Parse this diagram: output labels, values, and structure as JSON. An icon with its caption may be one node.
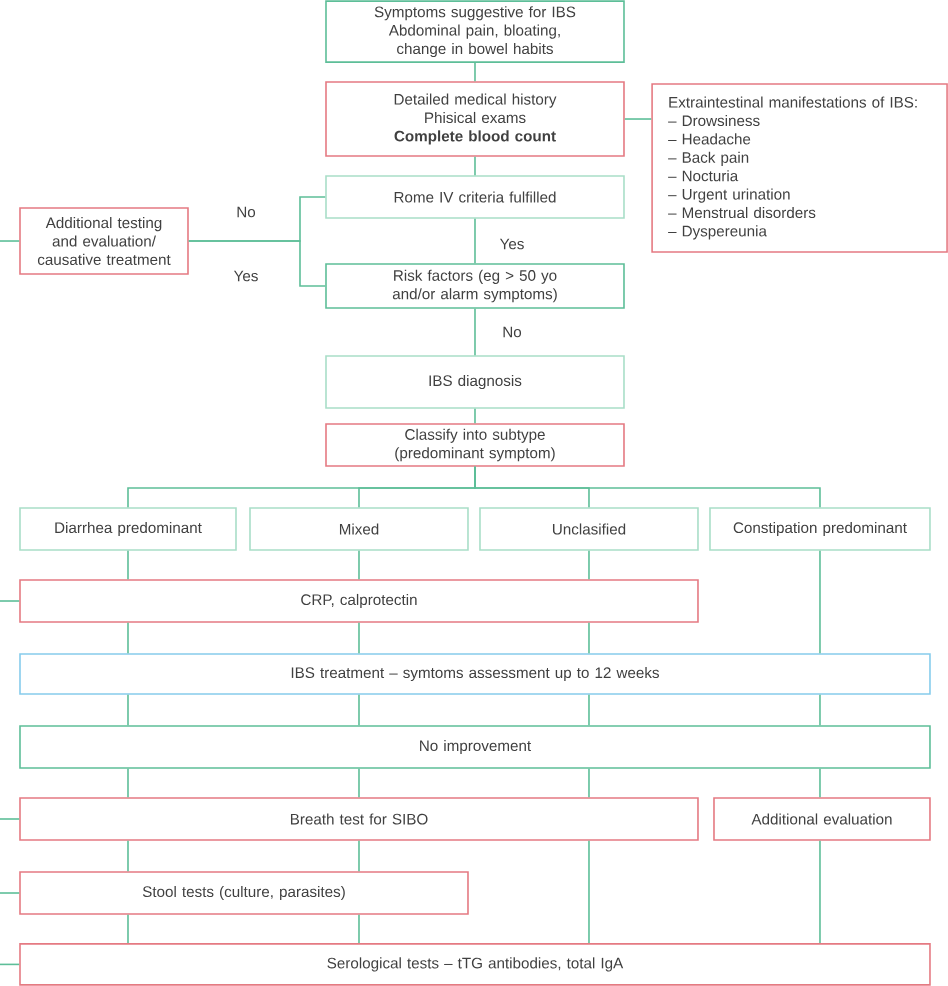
{
  "diagram": {
    "nodes": [
      {
        "text": [
          "Symptoms suggestive for IBS",
          "Abdominal pain, bloating, change in bowel habits"
        ]
      },
      {
        "text": [
          "Detailed medical history",
          "Phisical exams",
          "Complete blood count"
        ]
      },
      {
        "text": [
          "Extraintestinal manifestations of IBS:",
          "– Drowsiness",
          "– Headache",
          "– Back pain",
          "– Nocturia",
          "– Urgent urination",
          "– Menstrual disorders",
          "– Dyspereunia"
        ]
      },
      {
        "text": [
          "Rome IV criteria fulfilled"
        ]
      },
      {
        "text": [
          "Risk factors (eg > 50 yo and/or alarm symptoms)"
        ]
      },
      {
        "text": [
          "Additional testing and evaluation/ causative treatment"
        ]
      },
      {
        "text": [
          "IBS diagnosis"
        ]
      },
      {
        "text": [
          "Classify into subtype (predominant symptom)"
        ]
      },
      {
        "text": [
          "Diarrhea predominant"
        ]
      },
      {
        "text": [
          "Mixed"
        ]
      },
      {
        "text": [
          "Unclasified"
        ]
      },
      {
        "text": [
          "Constipation predominant"
        ]
      },
      {
        "text": [
          "CRP, calprotectin"
        ]
      },
      {
        "text": [
          "IBS treatment – symtoms assessment up to 12 weeks"
        ]
      },
      {
        "text": [
          "No improvement"
        ]
      },
      {
        "text": [
          "Breath test for SIBO"
        ]
      },
      {
        "text": [
          "Additional evaluation"
        ]
      },
      {
        "text": [
          "Stool tests (culture, parasites)"
        ]
      },
      {
        "text": [
          "Serological tests – tTG antibodies, total IgA"
        ]
      }
    ],
    "edges": [
      {
        "from": 0,
        "to": 1,
        "arrow": "none"
      },
      {
        "from": 1,
        "to": 2,
        "arrow": "none"
      },
      {
        "from": 1,
        "to": 3,
        "arrow": "none"
      },
      {
        "from": 3,
        "to": 5,
        "arrow": "none",
        "label": "No"
      },
      {
        "from": 4,
        "to": 5,
        "arrow": "none",
        "label": "Yes"
      },
      {
        "from": 3,
        "to": 4,
        "arrow": "none",
        "label": "Yes"
      },
      {
        "from": 4,
        "to": 6,
        "arrow": "none",
        "label": "No"
      },
      {
        "from": 6,
        "to": 7,
        "arrow": "none"
      },
      {
        "from": 7,
        "to": 8,
        "arrow": "none"
      },
      {
        "from": 7,
        "to": 9,
        "arrow": "none"
      },
      {
        "from": 7,
        "to": 10,
        "arrow": "none"
      },
      {
        "from": 7,
        "to": 11,
        "arrow": "none"
      },
      {
        "from": 8,
        "to": 12,
        "arrow": "none"
      },
      {
        "from": 9,
        "to": 12,
        "arrow": "none"
      },
      {
        "from": 10,
        "to": 12,
        "arrow": "none"
      },
      {
        "from": 11,
        "to": 13,
        "arrow": "none"
      },
      {
        "from": 12,
        "to": 13,
        "arrow": "none"
      },
      {
        "from": 12,
        "to": 13,
        "arrow": "none"
      },
      {
        "from": 12,
        "to": 13,
        "arrow": "none"
      },
      {
        "from": 13,
        "to": 14,
        "arrow": "none"
      },
      {
        "from": 13,
        "to": 14,
        "arrow": "none"
      },
      {
        "from": 13,
        "to": 14,
        "arrow": "none"
      },
      {
        "from": 13,
        "to": 14,
        "arrow": "none"
      },
      {
        "from": 14,
        "to": 15,
        "arrow": "none"
      },
      {
        "from": 14,
        "to": 15,
        "arrow": "none"
      },
      {
        "from": 14,
        "to": 15,
        "arrow": "none"
      },
      {
        "from": 14,
        "to": 16,
        "arrow": "none"
      },
      {
        "from": 15,
        "to": 17,
        "arrow": "none"
      },
      {
        "from": 15,
        "to": 17,
        "arrow": "none"
      },
      {
        "from": 15,
        "to": 18,
        "arrow": "none"
      },
      {
        "from": 17,
        "to": 18,
        "arrow": "none"
      },
      {
        "from": 17,
        "to": 18,
        "arrow": "none"
      },
      {
        "from": 16,
        "to": 18,
        "arrow": "none"
      },
      {
        "from": null,
        "to": 5,
        "arrow": "none"
      },
      {
        "from": null,
        "to": 12,
        "arrow": "none"
      },
      {
        "from": null,
        "to": 15,
        "arrow": "none"
      },
      {
        "from": null,
        "to": 17,
        "arrow": "none"
      },
      {
        "from": null,
        "to": 18,
        "arrow": "none"
      }
    ]
  }
}
